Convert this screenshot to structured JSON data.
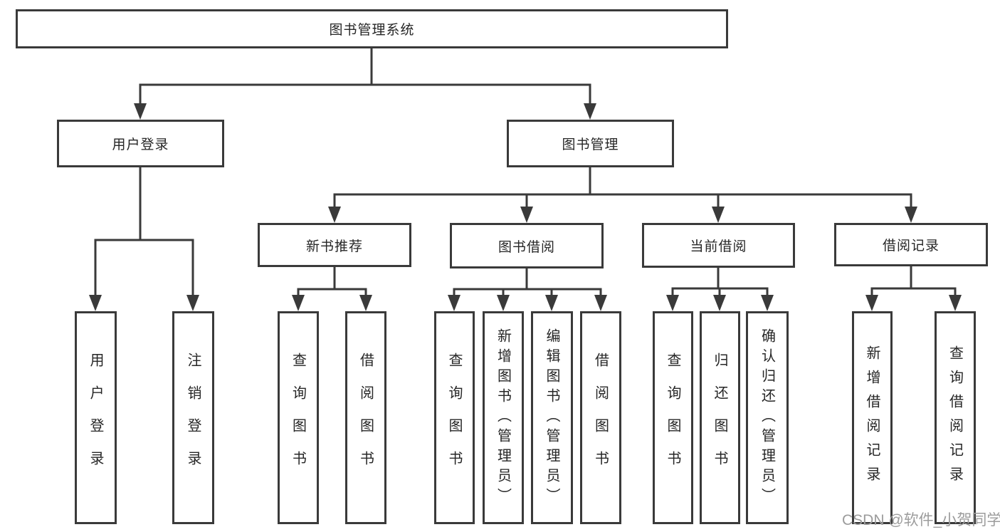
{
  "diagram": {
    "root": {
      "label": "图书管理系统"
    },
    "level2": {
      "user_login": "用户登录",
      "book_management": "图书管理"
    },
    "level3": {
      "new_book_recommend": "新书推荐",
      "book_borrow": "图书借阅",
      "current_borrow": "当前借阅",
      "borrow_records": "借阅记录"
    },
    "leaves": {
      "user_login": [
        "用户登录",
        "注销登录"
      ],
      "new_book_recommend": [
        "查询图书",
        "借阅图书"
      ],
      "book_borrow": [
        "查询图书",
        "新增图书（管理员）",
        "编辑图书（管理员）",
        "借阅图书"
      ],
      "current_borrow": [
        "查询图书",
        "归还图书",
        "确认归还（管理员）"
      ],
      "borrow_records": [
        "新增借阅记录",
        "查询借阅记录"
      ]
    }
  },
  "watermark": {
    "text": "CSDN @软件_小贺同学"
  },
  "colors": {
    "line": "#3a3a3a",
    "border": "#3a3a3a",
    "text": "#262626",
    "watermark": "#9c9c9c",
    "background": "#ffffff"
  }
}
